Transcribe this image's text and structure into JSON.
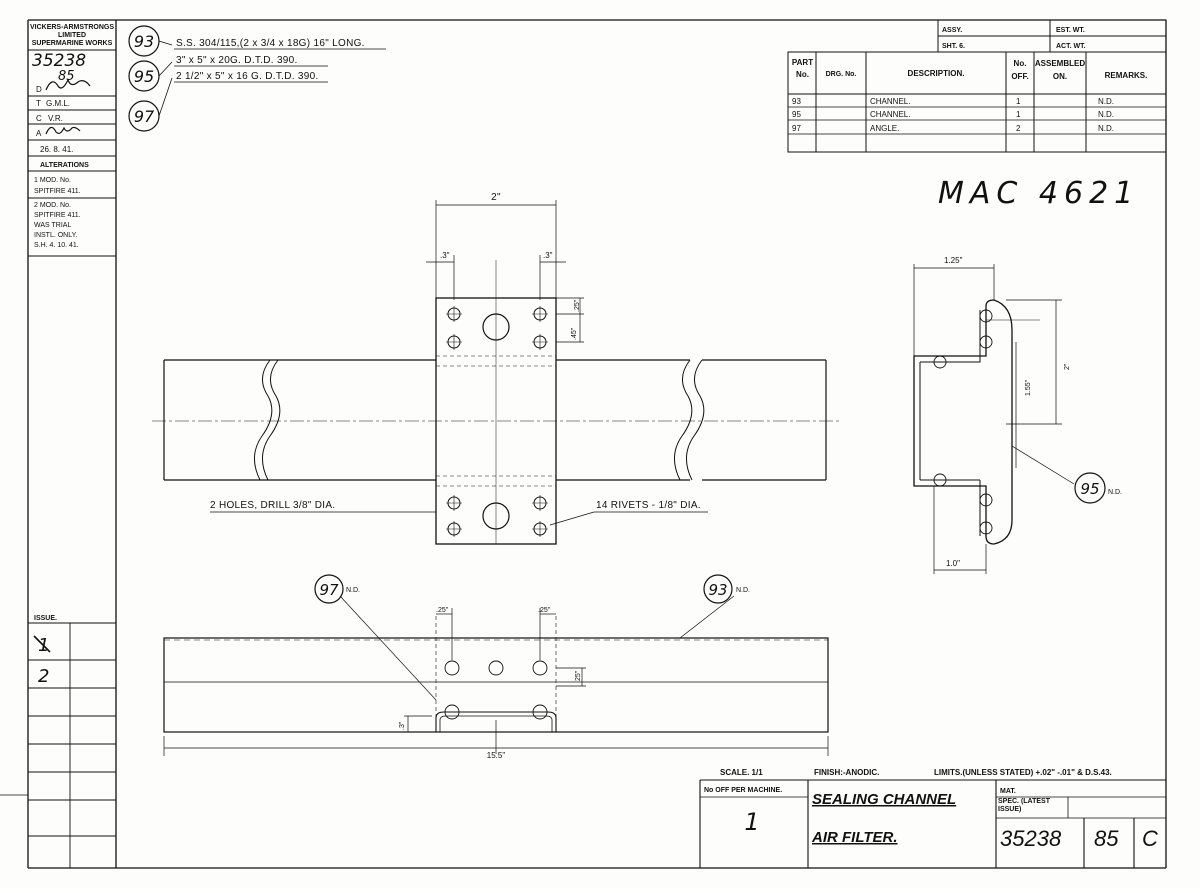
{
  "revision_block": {
    "company": [
      "VICKERS-ARMSTRONGS",
      "LIMITED",
      "SUPERMARINE WORKS"
    ],
    "drawing_no": "35238",
    "sheet_ref": "85",
    "drawn_label": "D",
    "traced_label": "T",
    "traced": "G.M.L.",
    "checked_label": "C",
    "checked": "V.R.",
    "approved_label": "A",
    "date": "26. 8. 41.",
    "alterations_title": "ALTERATIONS",
    "alteration_1": [
      "1 MOD. No.",
      "SPITFIRE 411."
    ],
    "alteration_2": [
      "2 MOD. No.",
      "SPITFIRE 411.",
      "WAS TRIAL",
      "INSTL. ONLY.",
      "S.H. 4. 10. 41."
    ],
    "issue_title": "ISSUE.",
    "issues": [
      "1",
      "2"
    ]
  },
  "materials": [
    {
      "part": "93",
      "spec": "S.S. 304/115,(2 x 3/4 x 18G) 16\" LONG."
    },
    {
      "part": "95",
      "spec": "3\" x 5\" x 20G. D.T.D. 390."
    },
    {
      "part": "97",
      "spec": "2 1/2\" x 5\" x 16 G. D.T.D. 390."
    }
  ],
  "parts_table": {
    "assy_label": "ASSY.",
    "sheet_label": "SHT. 6.",
    "est_wt_label": "EST. WT.",
    "act_wt_label": "ACT. WT.",
    "headers": [
      "PART No.",
      "DRG. No.",
      "DESCRIPTION.",
      "No. OFF.",
      "ASSEMBLED ON.",
      "REMARKS."
    ],
    "rows": [
      {
        "part": "93",
        "drg": "",
        "desc": "CHANNEL.",
        "off": "1",
        "assembled": "",
        "remarks": "N.D."
      },
      {
        "part": "95",
        "drg": "",
        "desc": "CHANNEL.",
        "off": "1",
        "assembled": "",
        "remarks": "N.D."
      },
      {
        "part": "97",
        "drg": "",
        "desc": "ANGLE.",
        "off": "2",
        "assembled": "",
        "remarks": "N.D."
      }
    ]
  },
  "stamp": "MAC 4621",
  "plan_view": {
    "dim_width": "2\"",
    "dim_left": ".3\"",
    "dim_right": ".3\"",
    "dim_25": ".25\"",
    "dim_45": ".45\"",
    "note_holes": "2 HOLES, DRILL 3/8\" DIA.",
    "note_rivets": "14 RIVETS - 1/8\" DIA."
  },
  "section_view": {
    "dim_top": "1.25\"",
    "dim_155": "1.55\"",
    "dim_2": "2\"",
    "dim_bottom": "1.0\"",
    "callout": "95",
    "callout_note": "N.D."
  },
  "elevation_view": {
    "callout_left": "97",
    "callout_left_note": "N.D.",
    "callout_right": "93",
    "callout_right_note": "N.D.",
    "dim_25_left": ".25\"",
    "dim_25_right": ".25\"",
    "dim_25_side": ".25\"",
    "dim_3": ".3\"",
    "dim_length": "15.5\""
  },
  "title_block": {
    "scale": "SCALE. 1/1",
    "finish": "FINISH:-ANODIC.",
    "limits": "LIMITS.(UNLESS STATED) +.02\" -.01\" & D.S.43.",
    "no_off_label": "No OFF PER MACHINE.",
    "no_off": "1",
    "title_1": "SEALING CHANNEL",
    "title_2": "AIR FILTER.",
    "mat_label": "MAT.",
    "spec_label": "SPEC. (LATEST ISSUE)",
    "drawing_no": "35238",
    "sheet_no": "85",
    "issue_letter": "C"
  }
}
